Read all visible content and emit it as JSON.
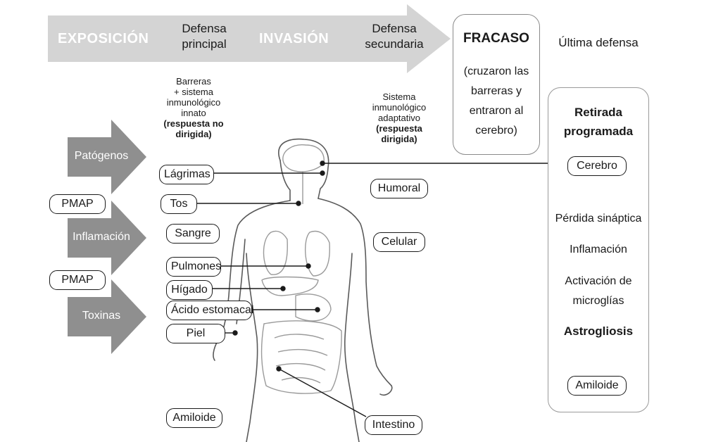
{
  "top_arrow": {
    "exposure": "EXPOSICIÓN",
    "primary_defense": [
      "Defensa",
      "principal"
    ],
    "invasion": "INVASIÓN",
    "secondary_defense": [
      "Defensa",
      "secundaria"
    ]
  },
  "failure": {
    "title": "FRACASO",
    "text": [
      "(cruzaron las",
      "barreras y",
      "entraron al",
      "cerebro)"
    ]
  },
  "last_defense": "Última defensa",
  "innate_note": {
    "lines": [
      "Barreras",
      "+ sistema",
      "inmunológico",
      "innato"
    ],
    "bold_lines": [
      "(respuesta no",
      "dirigida)"
    ]
  },
  "adaptive_note": {
    "lines": [
      "Sistema",
      "inmunológico",
      "adaptativo"
    ],
    "bold_lines": [
      "(respuesta",
      "dirigida)"
    ]
  },
  "threats": {
    "pathogens": "Patógenos",
    "inflammation": "Inflamación",
    "toxins": "Toxinas",
    "pamp_1": "PMAP",
    "pamp_2": "PMAP"
  },
  "body_labels": {
    "tears": "Lágrimas",
    "cough": "Tos",
    "blood": "Sangre",
    "lungs": "Pulmones",
    "liver": "Hígado",
    "stomach_acid": "Ácido estomacal",
    "skin": "Piel",
    "amyloid_left": "Amiloide",
    "intestine": "Intestino",
    "humoral": "Humoral",
    "cellular": "Celular"
  },
  "retreat": {
    "title": [
      "Retirada",
      "programada"
    ],
    "brain": "Cerebro",
    "synaptic_loss": "Pérdida sináptica",
    "inflammation": "Inflamación",
    "microglia": [
      "Activación de",
      "microglías"
    ],
    "astrogliosis": "Astrogliosis",
    "amyloid": "Amiloide"
  }
}
